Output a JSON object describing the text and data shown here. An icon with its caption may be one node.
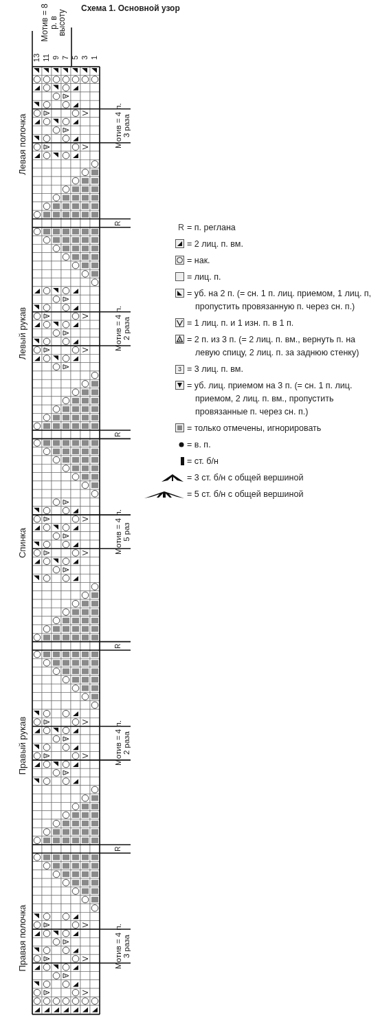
{
  "diagram": {
    "title": "Схема 1. Основной узор",
    "labels": [
      "Мотив = 8 р. в высоту",
      "13",
      "11",
      "9",
      "7",
      "5",
      "3",
      "1",
      "Левая полочка",
      "Мотив = 4 п. 3 раза",
      "R",
      "Левый рукав",
      "Мотив = 4 п. 2 раза",
      "R",
      "Спинка",
      "Мотив = 4 п. 5 раз",
      "R",
      "Правый рукав",
      "Мотив = 4 п. 2 раза",
      "R",
      "Правая полочка",
      "Мотив = 4 п. 3 раза",
      "R",
      "3"
    ],
    "legend": [
      {
        "text": "= п. реглана"
      },
      {
        "text": "= 2 лиц. п. вм."
      },
      {
        "text": "= нак."
      },
      {
        "text": "= лиц. п."
      },
      {
        "text": "= уб. на 2 п. (= сн. 1 п. лиц. приемом, 1 лиц. п, пропустить провязанную п. через сн. п.)"
      },
      {
        "text": "= 1 лиц. п. и 1 изн. п. в 1 п."
      },
      {
        "text": "= 2 п. из 3 п. (= 2 лиц. п. вм., вернуть п. на левую спицу, 2 лиц. п. за заднюю стенку)"
      },
      {
        "text": "= 3 лиц. п. вм."
      },
      {
        "text": "= уб. лиц. приемом на 3 п. (= сн. 1 п. лиц. приемом, 2 лиц. п. вм., пропустить провязанные п. через сн. п.)"
      },
      {
        "text": "= только отмечены, игнорировать"
      },
      {
        "text": "= в. п."
      },
      {
        "text": "= ст. б/н"
      },
      {
        "text": "= 3 ст. б/н с общей вершиной"
      },
      {
        "text": "= 5 ст. б/н с общей вершиной"
      }
    ]
  }
}
